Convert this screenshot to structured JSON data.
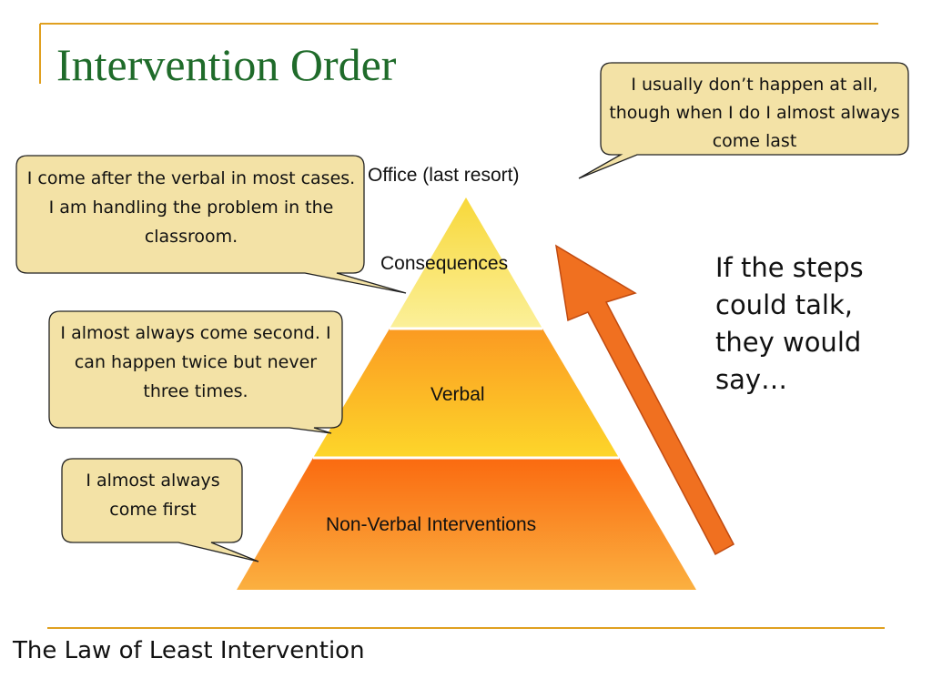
{
  "slide": {
    "title": "Intervention Order",
    "footer": "The Law of Least Intervention",
    "side_note": "If the steps could talk, they would say…"
  },
  "pyramid": {
    "tiers": [
      {
        "label": "Office (last resort)"
      },
      {
        "label": "Consequences"
      },
      {
        "label": "Verbal"
      },
      {
        "label": "Non-Verbal Interventions"
      }
    ]
  },
  "callouts": {
    "office": "I usually don’t happen at all, though when I do I almost always come last",
    "consequences": "I come after the verbal in most cases.  I am handling the problem in the classroom.",
    "verbal": "I almost always come second. I can happen twice but never three times.",
    "nonverbal": "I almost always come first"
  },
  "colors": {
    "title": "#1f6b2a",
    "accent_line": "#e0a020",
    "callout_fill": "#f3e2a6",
    "arrow": "#f07020"
  }
}
